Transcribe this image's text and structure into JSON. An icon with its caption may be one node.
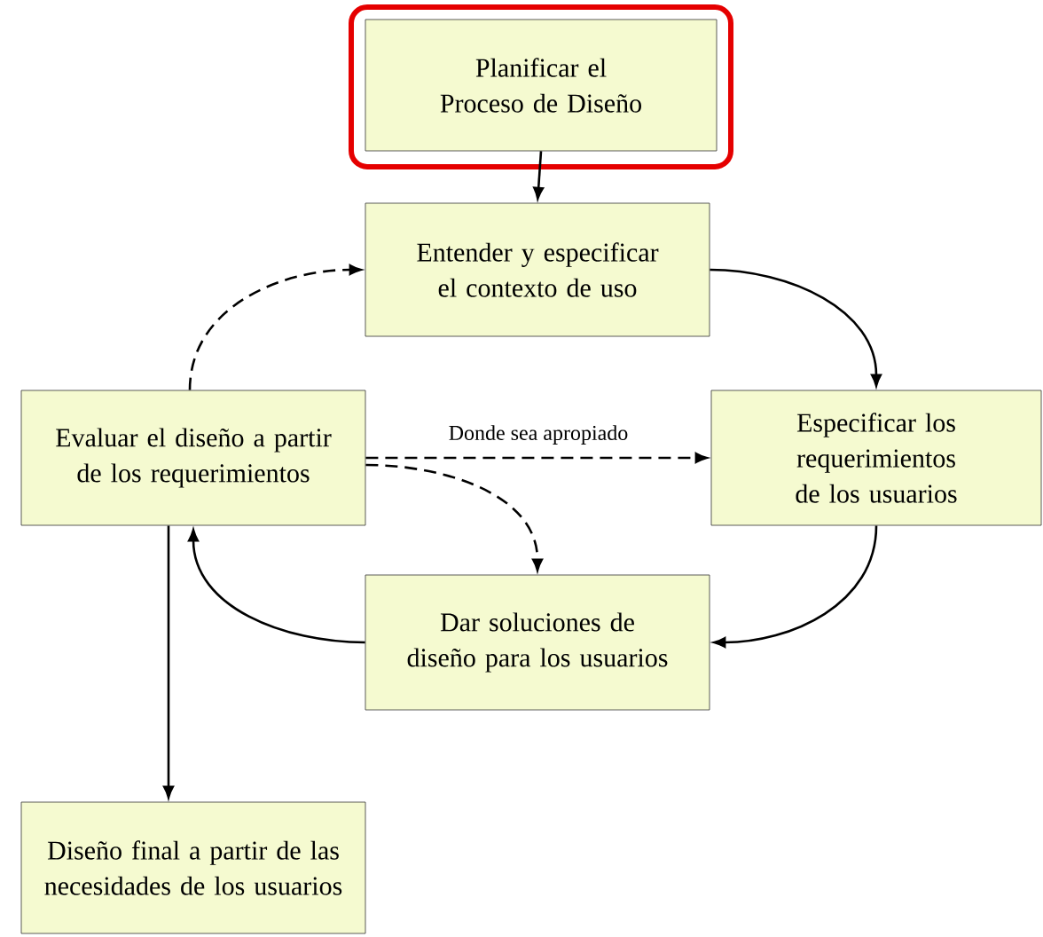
{
  "diagram": {
    "nodes": [
      {
        "text": [
          "Planificar el Proceso de Diseño"
        ]
      },
      {
        "text": [
          "Entender y especificar el contexto de uso"
        ]
      },
      {
        "text": [
          "Especificar los requerimientos de los usuarios"
        ]
      },
      {
        "text": [
          "Evaluar el diseño a partir de los requerimientos"
        ]
      },
      {
        "text": [
          "Dar soluciones de diseño para los usuarios"
        ]
      },
      {
        "text": [
          "Diseño final a partir de las necesidades de los usuarios"
        ]
      }
    ],
    "edges": [
      {
        "from": 0,
        "to": 1,
        "arrow": "to"
      },
      {
        "from": 1,
        "to": 2,
        "arrow": "to"
      },
      {
        "from": 3,
        "to": 1,
        "arrow": "to",
        "style": "dashed"
      },
      {
        "from": 3,
        "to": 2,
        "arrow": "to",
        "style": "dashed",
        "label": "Donde sea apropiado"
      },
      {
        "from": 3,
        "to": 4,
        "arrow": "to",
        "style": "dashed"
      },
      {
        "from": 2,
        "to": 4,
        "arrow": "to"
      },
      {
        "from": 4,
        "to": 3,
        "arrow": "to"
      },
      {
        "from": 3,
        "to": 5,
        "arrow": "to"
      }
    ]
  }
}
